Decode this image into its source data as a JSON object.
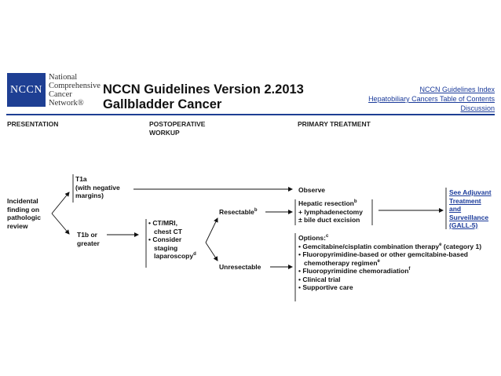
{
  "logo": {
    "box_text": "NCCN",
    "line1": "National",
    "line2": "Comprehensive",
    "line3": "Cancer",
    "line4": "Network®"
  },
  "title": {
    "line1": "NCCN Guidelines Version 2.2013",
    "line2": "Gallbladder Cancer"
  },
  "links": {
    "index": "NCCN Guidelines Index",
    "toc": "Hepatobiliary Cancers Table of Contents",
    "discussion": "Discussion"
  },
  "headers": {
    "presentation": "PRESENTATION",
    "workup_1": "POSTOPERATIVE",
    "workup_2": "WORKUP",
    "treatment": "PRIMARY TREATMENT"
  },
  "nodes": {
    "incidental": [
      "Incidental",
      "finding on",
      "pathologic",
      "review"
    ],
    "t1a": [
      "T1a",
      "(with negative",
      "margins)"
    ],
    "t1b": [
      "T1b or",
      "greater"
    ],
    "workup": {
      "item1_a": "• CT/MRI,",
      "item1_b": "chest CT",
      "item2_a": "• Consider",
      "item2_b": "staging",
      "item2_c": "laparoscopy",
      "item2_sup": "d"
    },
    "resectable": "Resectable",
    "resectable_sup": "b",
    "unresectable": "Unresectable",
    "observe": "Observe",
    "hepatic": {
      "line1": "Hepatic resection",
      "line1_sup": "b",
      "line2": "+ lymphadenectomy",
      "line3": "± bile duct excision"
    },
    "adjuvant": [
      "See Adjuvant",
      "Treatment",
      "and",
      "Surveillance",
      "(GALL-5)"
    ],
    "options": {
      "heading": "Options:",
      "heading_sup": "c",
      "item1": "• Gemcitabine/cisplatin combination therapy",
      "item1_sup": "e",
      "item1_tail": " (category 1)",
      "item2_a": "• Fluoropyrimidine-based or other gemcitabine-based",
      "item2_b": "chemotherapy regimen",
      "item2_sup": "e",
      "item3": "• Fluoropyrimidine chemoradiation",
      "item3_sup": "f",
      "item4": "• Clinical trial",
      "item5": "• Supportive care"
    }
  }
}
